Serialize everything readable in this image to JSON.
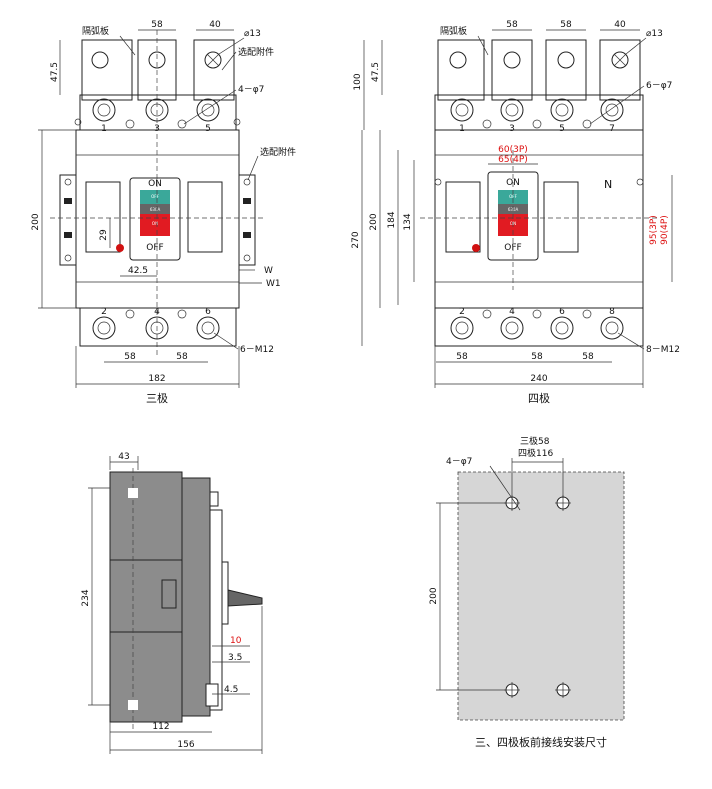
{
  "three_pole": {
    "caption": "三极",
    "dims": {
      "w58": "58",
      "w40": "40",
      "dia13": "⌀13",
      "h47": "47.5",
      "holes": "4－φ7",
      "h200": "200",
      "v29": "29",
      "h42": "42.5",
      "w": "W",
      "w1": "W1",
      "bolts": "6－M12",
      "b58a": "58",
      "b58b": "58",
      "total": "182"
    },
    "labels": {
      "barrier": "隔弧板",
      "option1": "选配附件",
      "option2": "选配附件"
    },
    "terms_top": [
      "1",
      "3",
      "5"
    ],
    "terms_bot": [
      "2",
      "4",
      "6"
    ]
  },
  "four_pole": {
    "caption": "四极",
    "dims": {
      "w58a": "58",
      "w58b": "58",
      "w40": "40",
      "dia13": "⌀13",
      "h100": "100",
      "h47": "47.5",
      "holes": "6－φ7",
      "h270": "270",
      "h200": "200",
      "h184": "184",
      "h134": "134",
      "top3p": "60(3P)",
      "top4p": "65(4P)",
      "right3p": "95(3P)",
      "right4p": "90(4P)",
      "bolts": "8－M12",
      "b58a": "58",
      "b58b": "58",
      "b58c": "58",
      "total": "240"
    },
    "labels": {
      "barrier": "隔弧板",
      "neutral": "N"
    },
    "terms_top": [
      "1",
      "3",
      "5",
      "7"
    ],
    "terms_bot": [
      "2",
      "4",
      "6",
      "8"
    ]
  },
  "handle": {
    "on": "ON",
    "off": "OFF",
    "rating": "630A",
    "on_small": "ON",
    "off_small": "OFF",
    "on_bottom": "ON",
    "off_bottom": "OFF"
  },
  "side_view": {
    "dims": {
      "top43": "43",
      "h234": "234",
      "d10": "10",
      "d35": "3.5",
      "d45": "4.5",
      "w112": "112",
      "w156": "156"
    }
  },
  "mounting": {
    "caption": "三、四极板前接线安装尺寸",
    "dims": {
      "holes": "4－φ7",
      "three": "三极58",
      "four": "四极116",
      "h200": "200"
    }
  },
  "colors": {
    "red": "#d11111",
    "gray_body": "#8c8c8c",
    "panel": "#d6d6d6",
    "handle_green": "#3aa89a",
    "handle_red": "#e11b22"
  }
}
